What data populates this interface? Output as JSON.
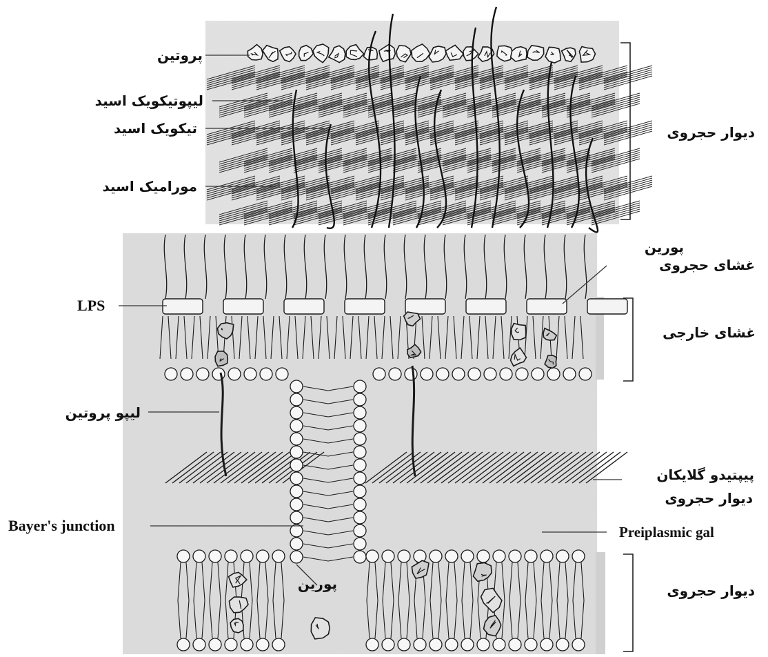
{
  "gram_positive": {
    "protein": "پروتین",
    "lipoteichoic_acid": "لیپوتیکویک اسید",
    "teichoic_acid": "تیکویک اسید",
    "muramic_acid": "مورامیک اسید",
    "cell_wall": "دیوار حجروی"
  },
  "gram_negative": {
    "porin_top": "پورین",
    "cell_membrane_top": "غشای حجروی",
    "lps": "LPS",
    "outer_membrane": "غشای خارجی",
    "lipoprotein": "لیپو پروتین",
    "peptidoglycan": "پیپتیدو گلایکان",
    "peptidoglycan_wall": "دیوار حجروی",
    "bayers_junction": "Bayer's junction",
    "periplasmic_gel": "Preiplasmic gal",
    "porin_bottom": "پورین",
    "cell_wall_bottom": "دیوار حجروی"
  },
  "colors": {
    "ink": "#1a1a1a",
    "shade": "#9a9a9a",
    "panel": "#d8d8d8"
  }
}
